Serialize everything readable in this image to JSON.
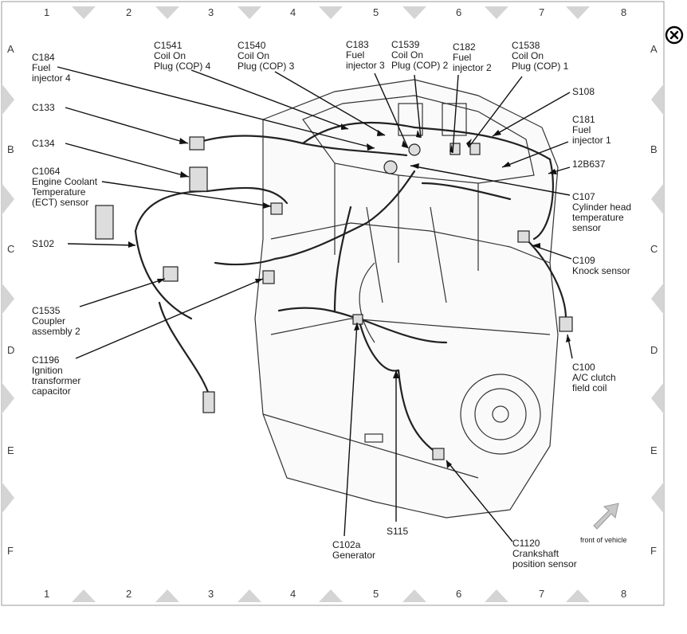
{
  "grid": {
    "columns": [
      "1",
      "2",
      "3",
      "4",
      "5",
      "6",
      "7",
      "8"
    ],
    "rows": [
      "A",
      "B",
      "C",
      "D",
      "E",
      "F"
    ]
  },
  "labels": {
    "c184": "C184\nFuel\ninjector 4",
    "c1541": "C1541\nCoil On\nPlug (COP) 4",
    "c1540": "C1540\nCoil On\nPlug (COP) 3",
    "c183": "C183\nFuel\ninjector 3",
    "c1539": "C1539\nCoil On\nPlug (COP) 2",
    "c182": "C182\nFuel\ninjector 2",
    "c1538": "C1538\nCoil On\nPlug (COP) 1",
    "c133": "C133",
    "c134": "C134",
    "c1064": "C1064\nEngine Coolant\nTemperature\n(ECT) sensor",
    "s102": "S102",
    "c1535": "C1535\nCoupler\nassembly 2",
    "c1196": "C1196\nIgnition\ntransformer\ncapacitor",
    "s108": "S108",
    "c181": "C181\nFuel\ninjector 1",
    "b637": "12B637",
    "c107": "C107\nCylinder head\ntemperature\nsensor",
    "c109": "C109\nKnock sensor",
    "c100": "C100\nA/C clutch\nfield coil",
    "c102a": "C102a\nGenerator",
    "s115": "S115",
    "c1120": "C1120\nCrankshaft\nposition sensor",
    "front_of_vehicle": "front of vehicle"
  },
  "icons": {
    "close": "circled-x-icon",
    "front_arrow": "arrow-up-right-icon"
  }
}
